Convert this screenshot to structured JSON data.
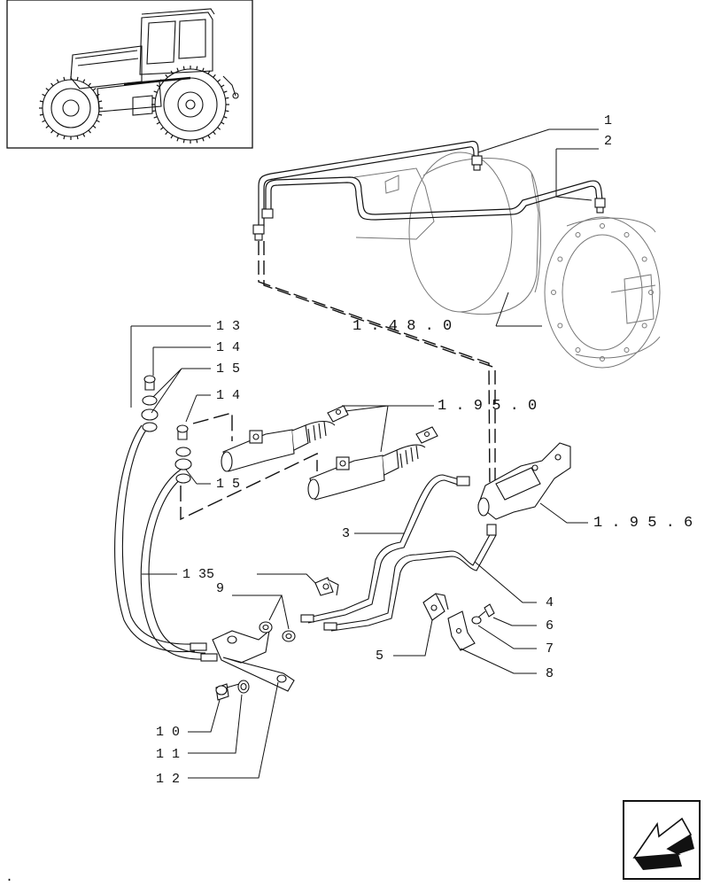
{
  "callouts": {
    "c1": "1",
    "c2": "2",
    "c3": "3",
    "c4": "4",
    "c5": "5",
    "c6": "6",
    "c7": "7",
    "c8": "8",
    "c9": "9",
    "c10": "1 0",
    "c11": "1 1",
    "c12": "1 2",
    "c13": "1 3",
    "c14a": "1 4",
    "c15a": "1 5",
    "c14b": "1 4",
    "c15b": "1 5",
    "c135": "1 35"
  },
  "references": {
    "r1480": "1 . 4 8 . 0",
    "r1950": "1 . 9 5 . 0",
    "r1956": "1 . 9 5 . 6"
  },
  "footer": {
    "dot": "."
  },
  "icons": {
    "thumbnail": "tractor-icon",
    "nav": "previous-page-arrow-icon"
  }
}
